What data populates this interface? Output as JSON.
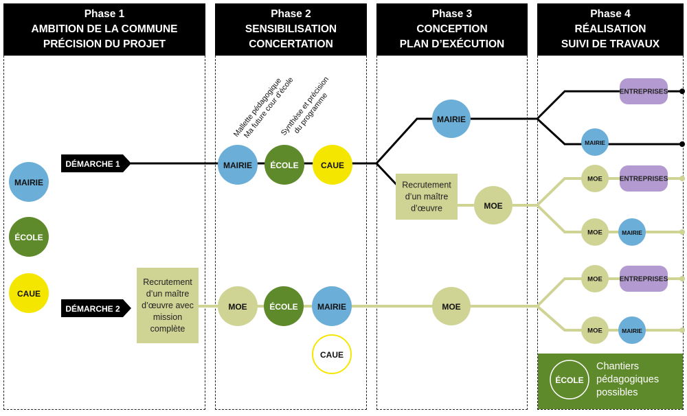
{
  "colors": {
    "mairie": "#6baed8",
    "ecole": "#5f8a2b",
    "caue": "#f5e600",
    "moe": "#cfd394",
    "entreprises": "#b39ad0",
    "line_black": "#000000",
    "line_moe": "#cfd394",
    "ecole_banner": "#5f8a2b"
  },
  "phases": [
    {
      "title": "Phase 1",
      "line1": "AMBITION DE LA COMMUNE",
      "line2": "PRÉCISION DU PROJET"
    },
    {
      "title": "Phase 2",
      "line1": "SENSIBILISATION",
      "line2": "CONCERTATION"
    },
    {
      "title": "Phase 3",
      "line1": "CONCEPTION",
      "line2": "PLAN D’EXÉCUTION"
    },
    {
      "title": "Phase 4",
      "line1": "RÉALISATION",
      "line2": "SUIVI DE TRAVAUX"
    }
  ],
  "legend": {
    "mairie": "MAIRIE",
    "ecole": "ÉCOLE",
    "caue": "CAUE"
  },
  "demarche1": {
    "label": "DÉMARCHE 1",
    "phase2_nodes": [
      "MAIRIE",
      "ÉCOLE",
      "CAUE"
    ],
    "annotation1": [
      "Mallette pédagogique",
      "Ma future cour d’école"
    ],
    "annotation2": [
      "Synthèse et précision",
      "du programme"
    ],
    "phase3_mairie": "MAIRIE",
    "phase3_recruit": [
      "Recrutement",
      "d’un maître",
      "d’œuvre"
    ],
    "phase3_moe": "MOE",
    "phase4_branch1": "ENTREPRISES",
    "phase4_branch2": "MAIRIE",
    "phase4_branch3": [
      "MOE",
      "ENTREPRISES"
    ],
    "phase4_branch4": [
      "MOE",
      "MAIRIE"
    ]
  },
  "demarche2": {
    "label": "DÉMARCHE 2",
    "recruit": [
      "Recrutement",
      "d’un maître",
      "d’œuvre avec",
      "mission",
      "complète"
    ],
    "phase2_nodes": [
      "MOE",
      "ÉCOLE",
      "MAIRIE"
    ],
    "phase2_optional": "CAUE",
    "phase3_moe": "MOE",
    "phase4_branch1": [
      "MOE",
      "ENTREPRISES"
    ],
    "phase4_branch2": [
      "MOE",
      "MAIRIE"
    ]
  },
  "ecole_banner": {
    "badge": "ÉCOLE",
    "text": [
      "Chantiers",
      "pédagogiques",
      "possibles"
    ]
  }
}
